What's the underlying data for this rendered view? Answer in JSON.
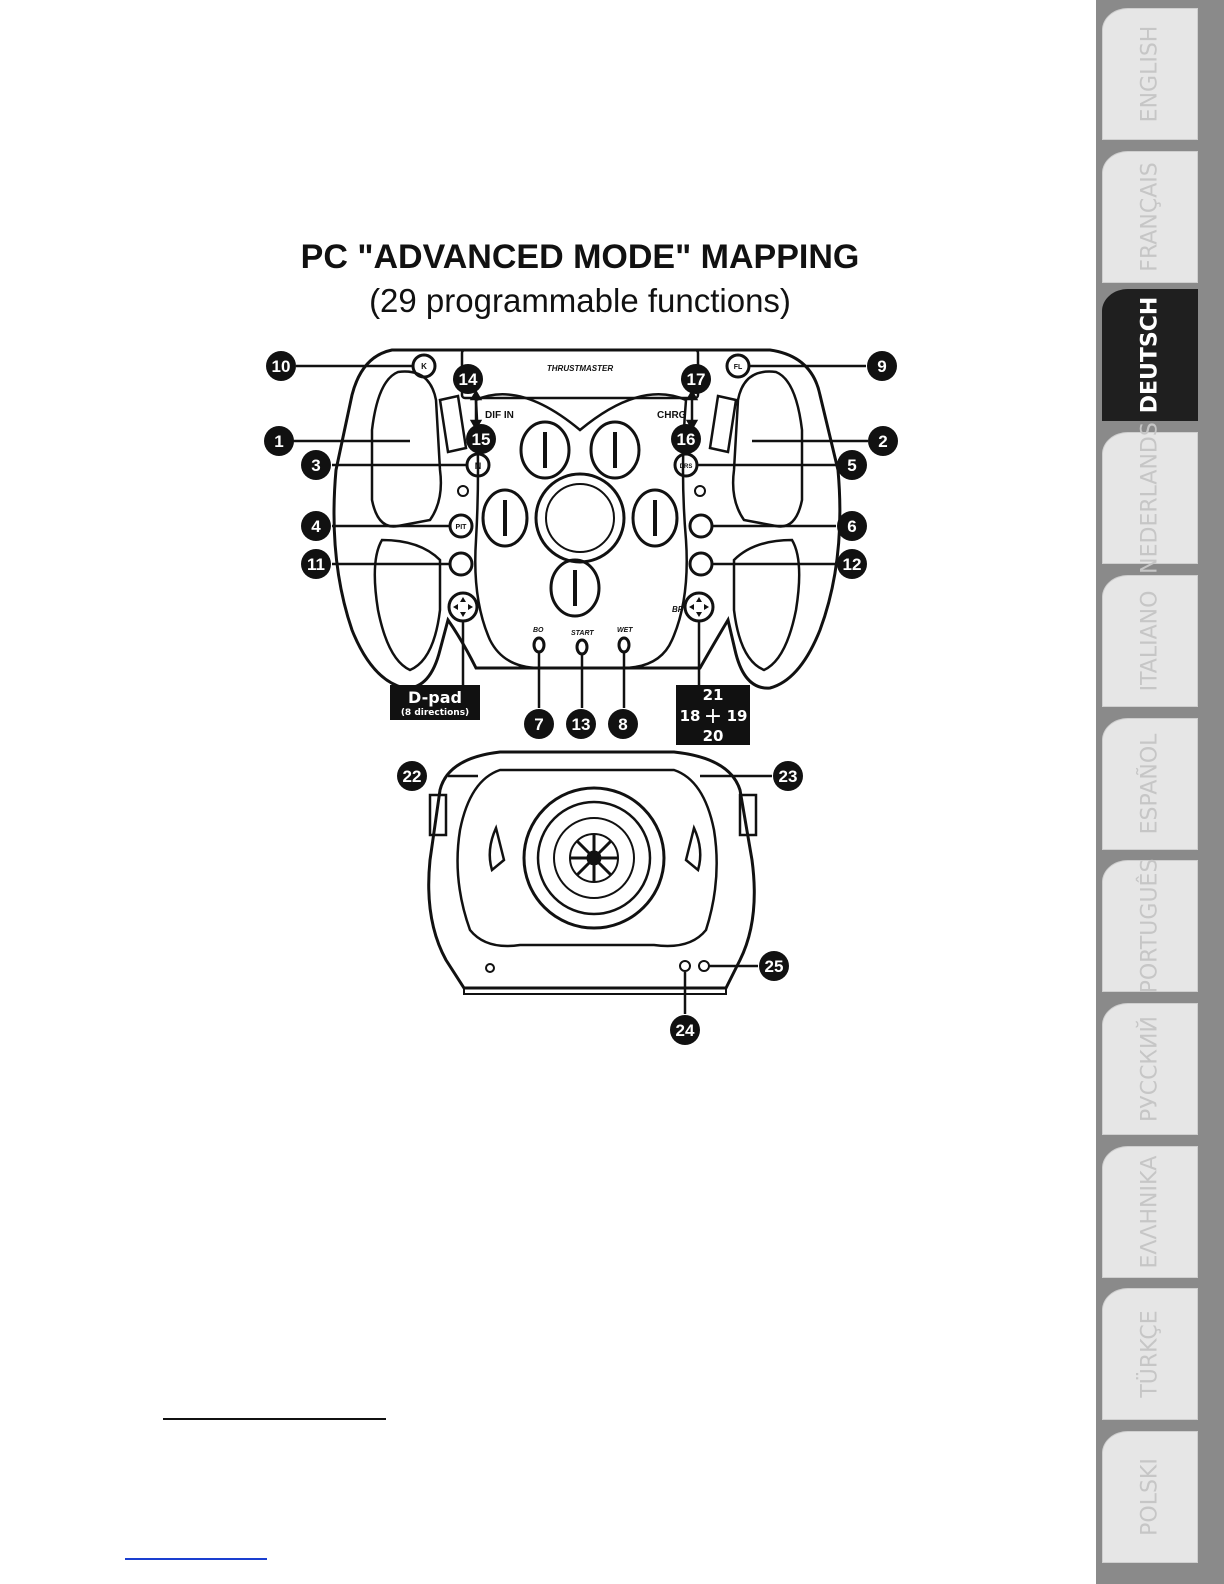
{
  "title": "PC \"ADVANCED MODE\" MAPPING",
  "subtitle": "(29 programmable functions)",
  "brand": "THRUSTMASTER",
  "wheel_labels": {
    "dif_in": "DIF IN",
    "chrg": "CHRG",
    "bo": "BO",
    "start": "START",
    "wet": "WET",
    "bp": "BP",
    "k": "K",
    "fl": "FL",
    "n": "N",
    "drs": "DRS",
    "pit": "PIT"
  },
  "callouts": [
    "1",
    "2",
    "3",
    "4",
    "5",
    "6",
    "7",
    "8",
    "9",
    "10",
    "11",
    "12",
    "13",
    "14",
    "15",
    "16",
    "17",
    "22",
    "23",
    "24",
    "25"
  ],
  "dpad": {
    "label": "D-pad",
    "sub": "(8 directions)"
  },
  "cross": {
    "up": "21",
    "left": "18",
    "plus": "+",
    "right": "19",
    "down": "20"
  },
  "language_tabs": [
    {
      "label": "ENGLISH",
      "active": false
    },
    {
      "label": "FRANÇAIS",
      "active": false
    },
    {
      "label": "DEUTSCH",
      "active": true
    },
    {
      "label": "NEDERLANDS",
      "active": false
    },
    {
      "label": "ITALIANO",
      "active": false
    },
    {
      "label": "ESPAÑOL",
      "active": false
    },
    {
      "label": "PORTUGUÊS",
      "active": false
    },
    {
      "label": "РУССКИЙ",
      "active": false
    },
    {
      "label": "ΕΛΛΗΝΙΚΑ",
      "active": false
    },
    {
      "label": "TÜRKÇE",
      "active": false
    },
    {
      "label": "POLSKI",
      "active": false
    }
  ]
}
